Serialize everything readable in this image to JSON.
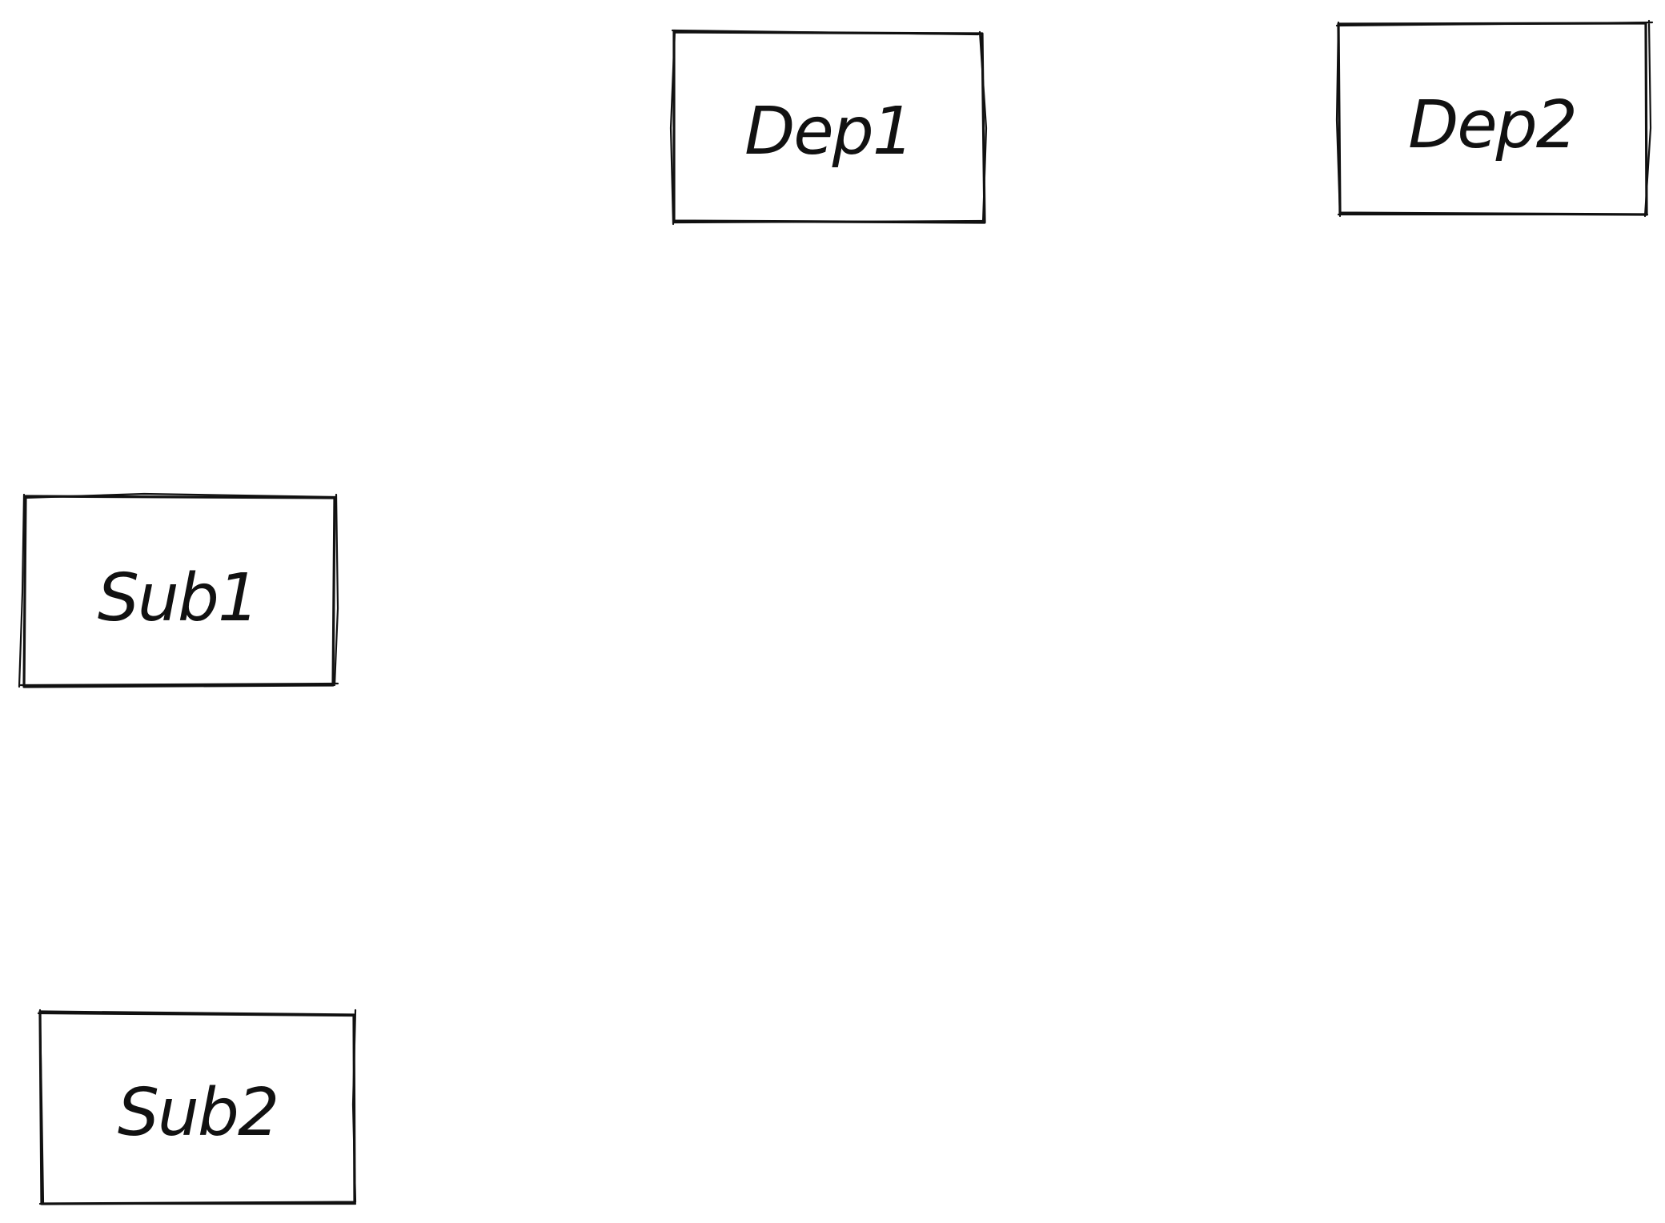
{
  "diagram": {
    "nodes": [
      {
        "id": "dep1",
        "label": "Dep1"
      },
      {
        "id": "dep2",
        "label": "Dep2"
      },
      {
        "id": "sub1",
        "label": "Sub1"
      },
      {
        "id": "sub2",
        "label": "Sub2"
      }
    ]
  },
  "colors": {
    "background": "#ffffff",
    "stroke": "#111111"
  }
}
